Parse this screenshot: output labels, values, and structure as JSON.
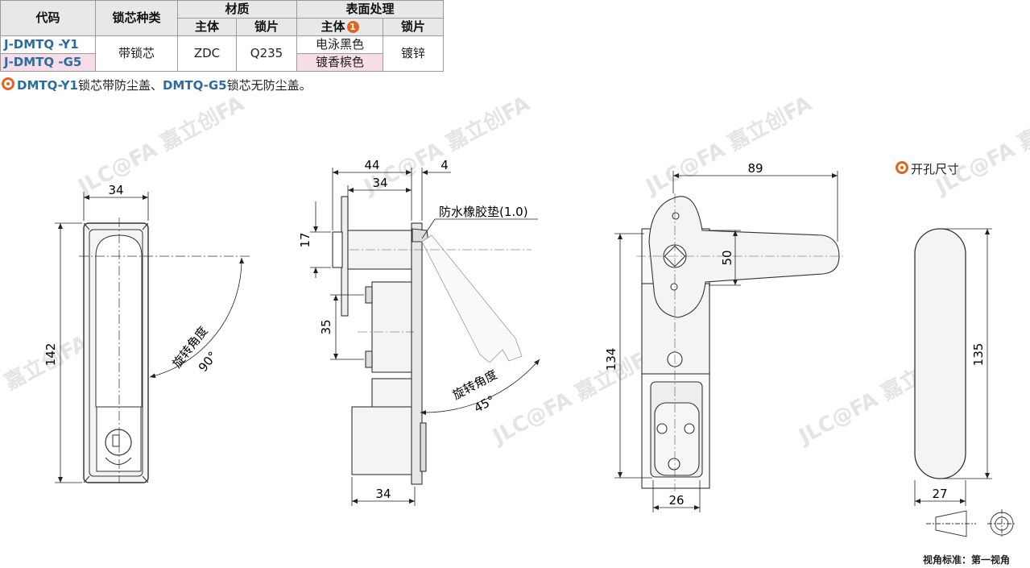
{
  "table": {
    "headers": {
      "code": "代码",
      "core_type": "锁芯种类",
      "material": "材质",
      "surface": "表面处理",
      "body": "主体",
      "lock_plate": "锁片",
      "surface_body": "主体",
      "surface_plate": "锁片",
      "note_badge": "1"
    },
    "rows": [
      {
        "code": "J-DMTQ -Y1",
        "core": "带锁芯",
        "material_body": "ZDC",
        "material_plate": "Q235",
        "surface_body": "电泳黑色",
        "surface_plate": "镀锌"
      },
      {
        "code": "J-DMTQ -G5",
        "surface_body": "镀香槟色"
      }
    ]
  },
  "note": {
    "part1_code": "DMTQ-Y1",
    "part1_text": "锁芯带防尘盖、",
    "part2_code": "DMTQ-G5",
    "part2_text": "锁芯无防尘盖。"
  },
  "dims": {
    "front_width": "34",
    "front_height": "142",
    "front_angle_label": "旋转角度",
    "front_angle": "90°",
    "side_44": "44",
    "side_4": "4",
    "side_34_top": "34",
    "side_17": "17",
    "side_35": "35",
    "side_34_bottom": "34",
    "gasket_label": "防水橡胶垫(1.0)",
    "side_angle_label": "旋转角度",
    "side_angle": "45°",
    "back_89": "89",
    "back_50": "50",
    "back_134": "134",
    "back_26": "26",
    "cutout_title": "开孔尺寸",
    "cutout_135": "135",
    "cutout_27": "27"
  },
  "footer": {
    "view_standard": "视角标准：第一视角"
  },
  "watermark": {
    "brand": "嘉立创FA",
    "logo": "JLC@FA"
  }
}
